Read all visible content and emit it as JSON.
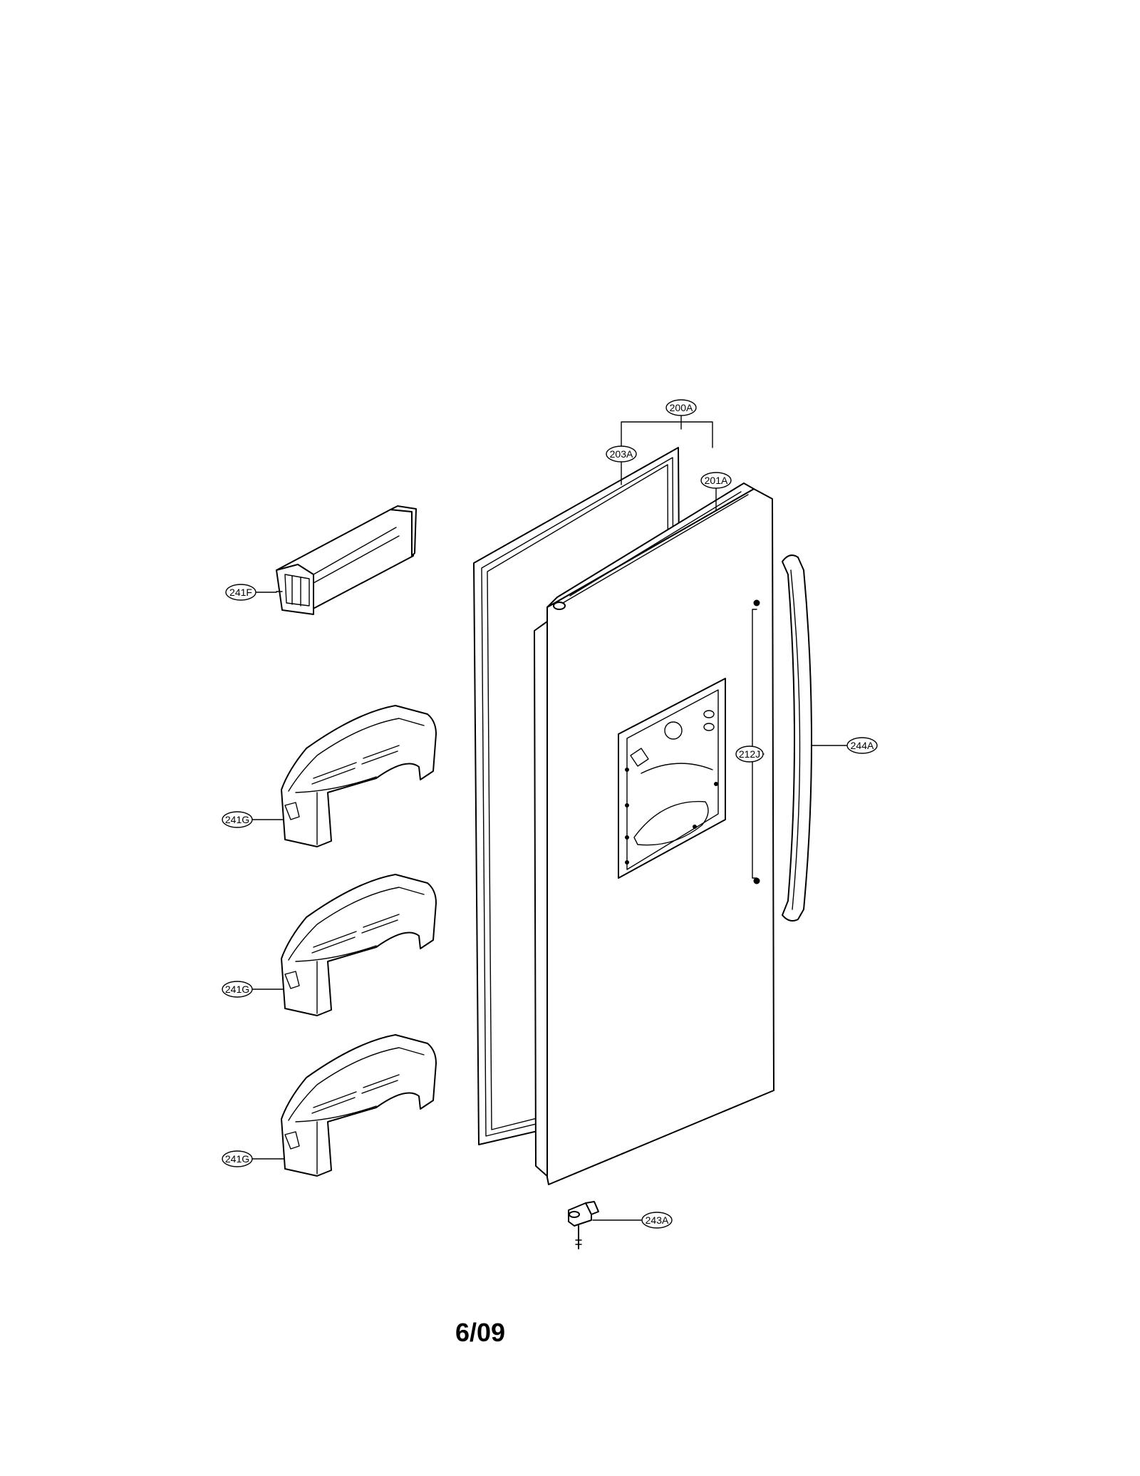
{
  "callouts": {
    "c200A": "200A",
    "c203A": "203A",
    "c201A": "201A",
    "c241F": "241F",
    "c244A": "244A",
    "c212J": "212J",
    "c241G_1": "241G",
    "c241G_2": "241G",
    "c241G_3": "241G",
    "c243A": "243A"
  },
  "page_number": "6/09"
}
